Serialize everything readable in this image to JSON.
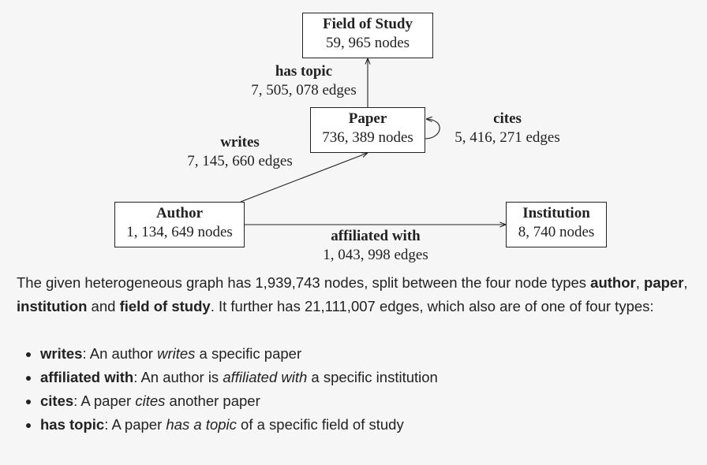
{
  "diagram": {
    "nodes": {
      "field_of_study": {
        "title": "Field of Study",
        "count": "59, 965 nodes"
      },
      "paper": {
        "title": "Paper",
        "count": "736, 389 nodes"
      },
      "author": {
        "title": "Author",
        "count": "1, 134, 649 nodes"
      },
      "institution": {
        "title": "Institution",
        "count": "8, 740 nodes"
      }
    },
    "edges": {
      "has_topic": {
        "name": "has topic",
        "count": "7, 505, 078 edges"
      },
      "cites": {
        "name": "cites",
        "count": "5, 416, 271 edges"
      },
      "writes": {
        "name": "writes",
        "count": "7, 145, 660 edges"
      },
      "affiliated_with": {
        "name": "affiliated with",
        "count": "1, 043, 998 edges"
      }
    }
  },
  "description": {
    "p_start": "The given heterogeneous graph has 1,939,743 nodes, split between the four node types ",
    "t_author": "author",
    "sep1": ", ",
    "t_paper": "paper",
    "sep2": ", ",
    "t_institution": "institution",
    "sep3": " and ",
    "t_field": "field of study",
    "p_end": ". It further has 21,111,007 edges, which also are of one of four types:",
    "bullets": [
      {
        "term": "writes",
        "a": ": An author ",
        "em": "writes",
        "b": " a specific paper"
      },
      {
        "term": "affiliated with",
        "a": ": An author is ",
        "em": "affiliated with",
        "b": " a specific institution"
      },
      {
        "term": "cites",
        "a": ": A paper ",
        "em": "cites",
        "b": " another paper"
      },
      {
        "term": "has topic",
        "a": ": A paper ",
        "em": "has a topic",
        "b": " of a specific field of study"
      }
    ]
  }
}
